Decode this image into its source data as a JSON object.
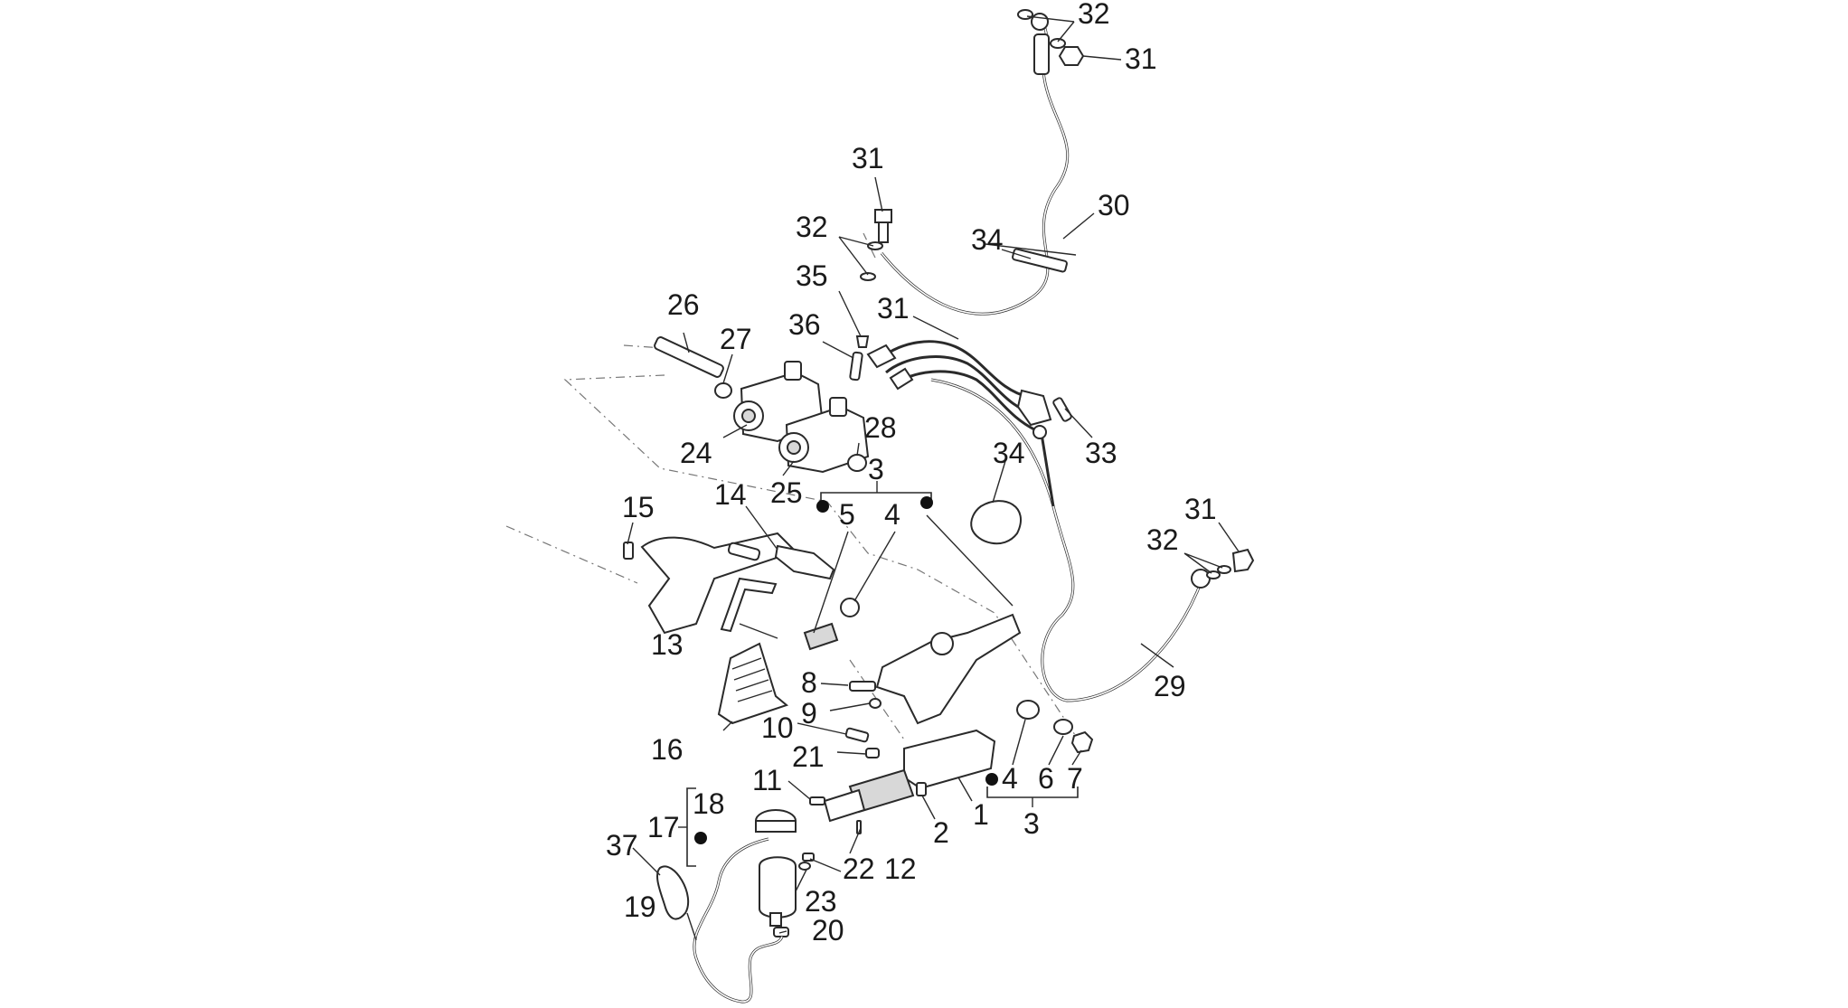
{
  "labels": {
    "l32a": "32",
    "l31a": "31",
    "l31b": "31",
    "l30": "30",
    "l34a": "34",
    "l32b": "32",
    "l35": "35",
    "l26": "26",
    "l36": "36",
    "l31c": "31",
    "l27": "27",
    "l28": "28",
    "l24": "24",
    "l33": "33",
    "l34b": "34",
    "l3a": "3",
    "l25": "25",
    "l15": "15",
    "l14": "14",
    "l5": "5",
    "l4a": "4",
    "l31d": "31",
    "l32c": "32",
    "l13": "13",
    "l29": "29",
    "l8": "8",
    "l9": "9",
    "l16": "16",
    "l10": "10",
    "l21": "21",
    "l4b": "4",
    "l6": "6",
    "l7": "7",
    "l11": "11",
    "l1": "1",
    "l18": "18",
    "l17": "17",
    "l3b": "3",
    "l2": "2",
    "l37": "37",
    "l22": "22",
    "l12": "12",
    "l23": "23",
    "l19": "19",
    "l20": "20"
  }
}
